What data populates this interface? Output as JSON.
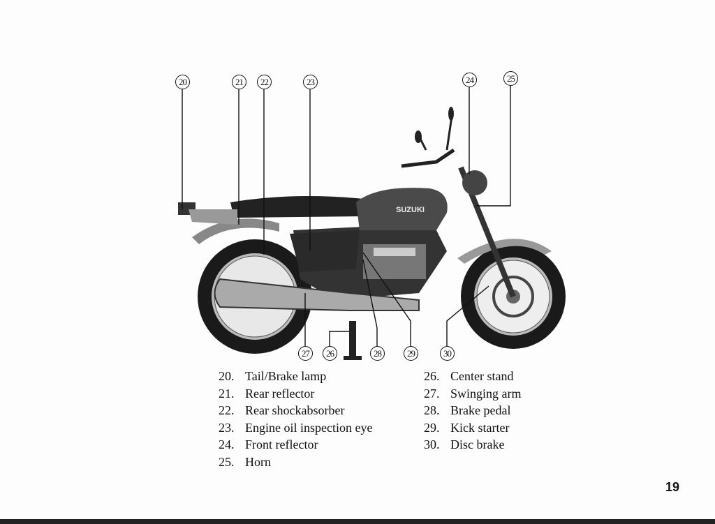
{
  "callouts_top": [
    "20",
    "21",
    "22",
    "23",
    "24",
    "25"
  ],
  "callouts_bottom": [
    "27",
    "26",
    "28",
    "29",
    "30"
  ],
  "tank_brand": "SUZUKI",
  "legend_left": [
    {
      "num": "20.",
      "label": "Tail/Brake lamp"
    },
    {
      "num": "21.",
      "label": "Rear reflector"
    },
    {
      "num": "22.",
      "label": "Rear shockabsorber"
    },
    {
      "num": "23.",
      "label": "Engine oil inspection eye"
    },
    {
      "num": "24.",
      "label": "Front reflector"
    },
    {
      "num": "25.",
      "label": "Horn"
    }
  ],
  "legend_right": [
    {
      "num": "26.",
      "label": "Center stand"
    },
    {
      "num": "27.",
      "label": "Swinging arm"
    },
    {
      "num": "28.",
      "label": "Brake pedal"
    },
    {
      "num": "29.",
      "label": "Kick starter"
    },
    {
      "num": "30.",
      "label": "Disc brake"
    }
  ],
  "page_number": "19"
}
